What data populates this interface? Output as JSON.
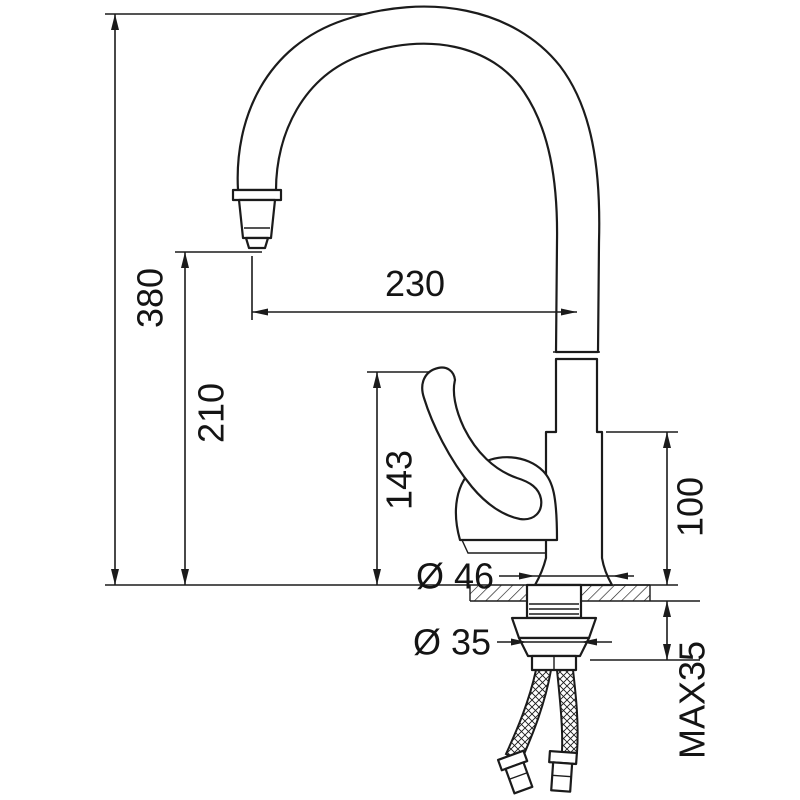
{
  "drawing": {
    "title": "Kitchen faucet installation dimension drawing",
    "colors": {
      "background": "#ffffff",
      "line": "#1b1b1b"
    },
    "dimensions": {
      "overall_height": "380",
      "spout_reach": "230",
      "spout_outlet_height": "210",
      "handle_top_height": "143",
      "body_height": "100",
      "base_diameter": "Ø 46",
      "mounting_hole_diameter": "Ø 35",
      "max_counter_thickness": "MAX35"
    }
  }
}
